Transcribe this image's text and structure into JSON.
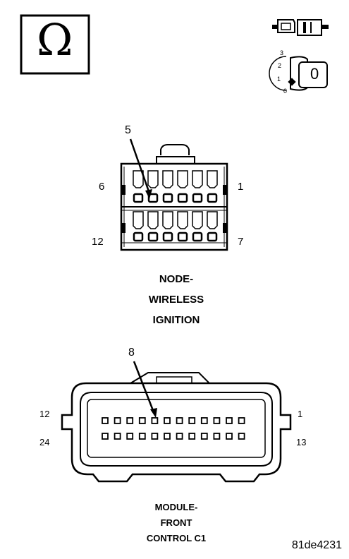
{
  "symbols": {
    "ohm_glyph": "Ω",
    "ohmmeter_icon": "ohmmeter-icon",
    "disconnect_icon": "connector-disconnect-icon",
    "ignition_icon": "ignition-off-icon",
    "ignition_positions": [
      "3",
      "2",
      "1",
      "0"
    ],
    "ignition_key_label": "0"
  },
  "connector_1": {
    "name_lines": [
      "NODE-",
      "WIRELESS",
      "IGNITION"
    ],
    "callout_pin": "5",
    "pin_top_left": "6",
    "pin_top_right": "1",
    "pin_bottom_left": "12",
    "pin_bottom_right": "7"
  },
  "connector_2": {
    "name_lines": [
      "MODULE-",
      "FRONT",
      "CONTROL C1"
    ],
    "callout_pin": "8",
    "pin_top_left": "12",
    "pin_top_right": "1",
    "pin_bottom_left": "24",
    "pin_bottom_right": "13"
  },
  "figure_id": "81de4231"
}
